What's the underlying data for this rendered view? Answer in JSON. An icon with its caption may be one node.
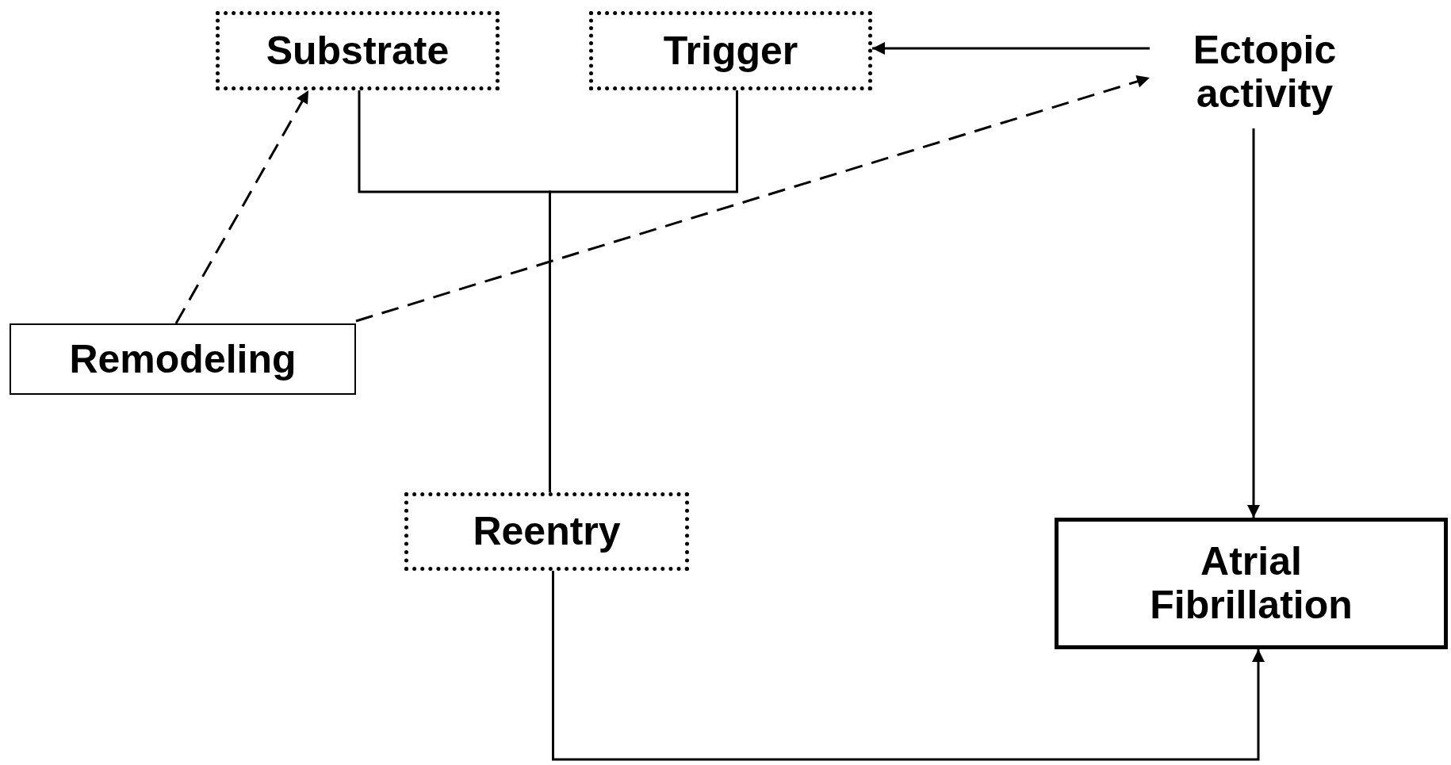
{
  "diagram": {
    "nodes": [
      {
        "text": [
          "Substrate"
        ]
      },
      {
        "text": [
          "Trigger"
        ]
      },
      {
        "text": [
          "Ectopic activity"
        ]
      },
      {
        "text": [
          "Remodeling"
        ]
      },
      {
        "text": [
          "Reentry"
        ]
      },
      {
        "text": [
          "Atrial Fibrillation"
        ]
      }
    ],
    "edges": [
      {
        "from": 0,
        "to": 4,
        "arrow": "none"
      },
      {
        "from": 1,
        "to": 4,
        "arrow": "none"
      },
      {
        "from": 2,
        "to": 1,
        "arrow": "to"
      },
      {
        "from": 3,
        "to": 0,
        "arrow": "to",
        "style": "dashed"
      },
      {
        "from": 3,
        "to": 2,
        "arrow": "to",
        "style": "dashed"
      },
      {
        "from": 2,
        "to": 5,
        "arrow": "to"
      },
      {
        "from": 4,
        "to": 5,
        "arrow": "to"
      }
    ]
  }
}
